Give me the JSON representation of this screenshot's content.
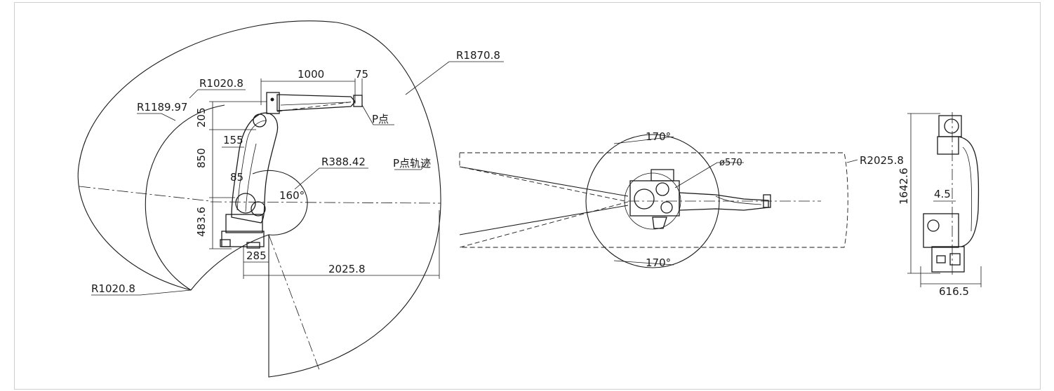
{
  "side_view": {
    "labels": {
      "r1870": "R1870.8",
      "r1020_top": "R1020.8",
      "r1189": "R1189.97",
      "r388": "R388.42",
      "r1020_bottom": "R1020.8",
      "d1000": "1000",
      "d75": "75",
      "d205": "205",
      "d155": "155",
      "d850": "850",
      "d85": "85",
      "d483": "483.6",
      "d285": "285",
      "d2025": "2025.8",
      "angle160": "160°",
      "p_point": "P点",
      "p_trajectory": "P点轨迹"
    }
  },
  "top_view": {
    "labels": {
      "angle_top": "170°",
      "angle_bottom": "170°",
      "diameter": "ø570",
      "radius": "R2025.8"
    }
  },
  "front_view": {
    "labels": {
      "height": "1642.6",
      "offset": "4.5",
      "width": "616.5"
    }
  }
}
